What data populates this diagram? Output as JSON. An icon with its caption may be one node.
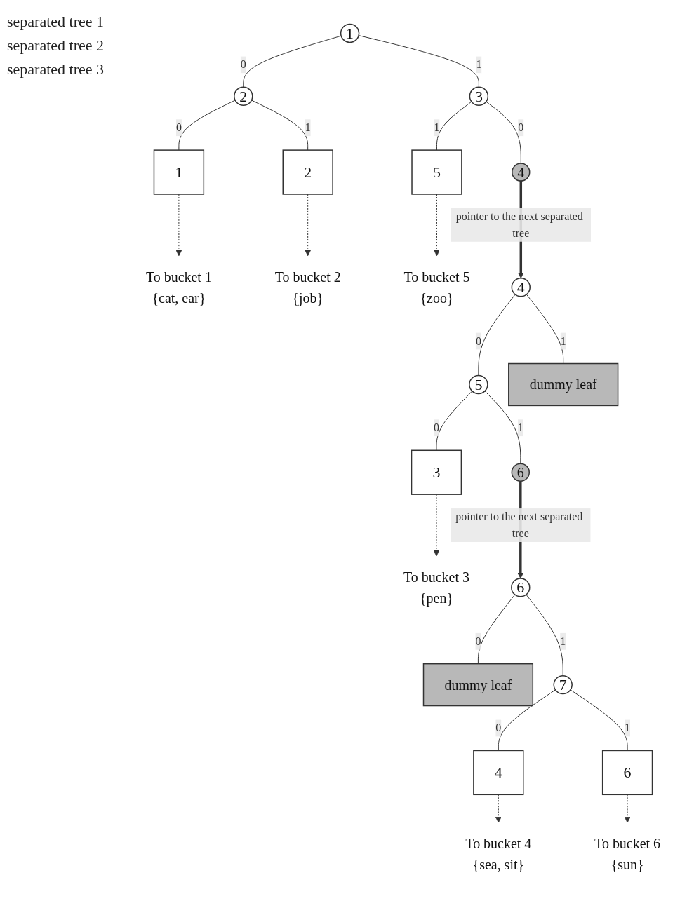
{
  "diagram": {
    "nodes": [
      {
        "text": [
          "1"
        ]
      },
      {
        "text": [
          "2"
        ]
      },
      {
        "text": [
          "3"
        ]
      },
      {
        "text": [
          "1"
        ]
      },
      {
        "text": [
          "2"
        ]
      },
      {
        "text": [
          "4"
        ]
      },
      {
        "text": [
          "5"
        ]
      },
      {
        "text": [
          "To bucket 1",
          "{cat, ear}"
        ]
      },
      {
        "text": [
          "To bucket 2",
          "{job}"
        ]
      },
      {
        "text": [
          "To bucket 5",
          "{zoo}"
        ]
      },
      {
        "text": [
          "4"
        ]
      },
      {
        "text": [
          "5"
        ]
      },
      {
        "text": [
          "dummy leaf"
        ]
      },
      {
        "text": [
          "3"
        ]
      },
      {
        "text": [
          "6"
        ]
      },
      {
        "text": [
          "To bucket 3",
          "{pen}"
        ]
      },
      {
        "text": [
          "6"
        ]
      },
      {
        "text": [
          "dummy leaf"
        ]
      },
      {
        "text": [
          "7"
        ]
      },
      {
        "text": [
          "4"
        ]
      },
      {
        "text": [
          "6"
        ]
      },
      {
        "text": [
          "To bucket 4",
          "{sea, sit}"
        ]
      },
      {
        "text": [
          "To bucket 6",
          "{sun}"
        ]
      }
    ],
    "edges": [
      {
        "from": 0,
        "to": 1,
        "arrow": "none",
        "label": "0"
      },
      {
        "from": 0,
        "to": 2,
        "arrow": "none",
        "label": "1"
      },
      {
        "from": 1,
        "to": 3,
        "arrow": "none",
        "label": "0"
      },
      {
        "from": 1,
        "to": 4,
        "arrow": "none",
        "label": "1"
      },
      {
        "from": 2,
        "to": 5,
        "arrow": "none",
        "label": "0"
      },
      {
        "from": 2,
        "to": 6,
        "arrow": "none",
        "label": "1"
      },
      {
        "from": 3,
        "to": 7,
        "arrow": "to",
        "style": "dashed"
      },
      {
        "from": 4,
        "to": 8,
        "arrow": "to",
        "style": "dashed"
      },
      {
        "from": 6,
        "to": 9,
        "arrow": "to",
        "style": "dashed"
      },
      {
        "from": 5,
        "to": 10,
        "arrow": "to",
        "style": "thick",
        "label": "pointer to the next separated tree"
      },
      {
        "from": 10,
        "to": 11,
        "arrow": "none",
        "label": "0"
      },
      {
        "from": 10,
        "to": 12,
        "arrow": "none",
        "label": "1"
      },
      {
        "from": 11,
        "to": 13,
        "arrow": "none",
        "label": "0"
      },
      {
        "from": 11,
        "to": 14,
        "arrow": "none",
        "label": "1"
      },
      {
        "from": 13,
        "to": 15,
        "arrow": "to",
        "style": "dashed"
      },
      {
        "from": 14,
        "to": 16,
        "arrow": "to",
        "style": "thick",
        "label": "pointer to the next separated tree"
      },
      {
        "from": 16,
        "to": 17,
        "arrow": "none",
        "label": "0"
      },
      {
        "from": 16,
        "to": 18,
        "arrow": "none",
        "label": "1"
      },
      {
        "from": 18,
        "to": 19,
        "arrow": "none",
        "label": "0"
      },
      {
        "from": 18,
        "to": 20,
        "arrow": "none",
        "label": "1"
      },
      {
        "from": 19,
        "to": 21,
        "arrow": "to",
        "style": "dashed"
      },
      {
        "from": 20,
        "to": 22,
        "arrow": "to",
        "style": "dashed"
      }
    ],
    "labels": [
      "separated tree 1",
      "separated tree 2",
      "separated tree 3"
    ]
  }
}
